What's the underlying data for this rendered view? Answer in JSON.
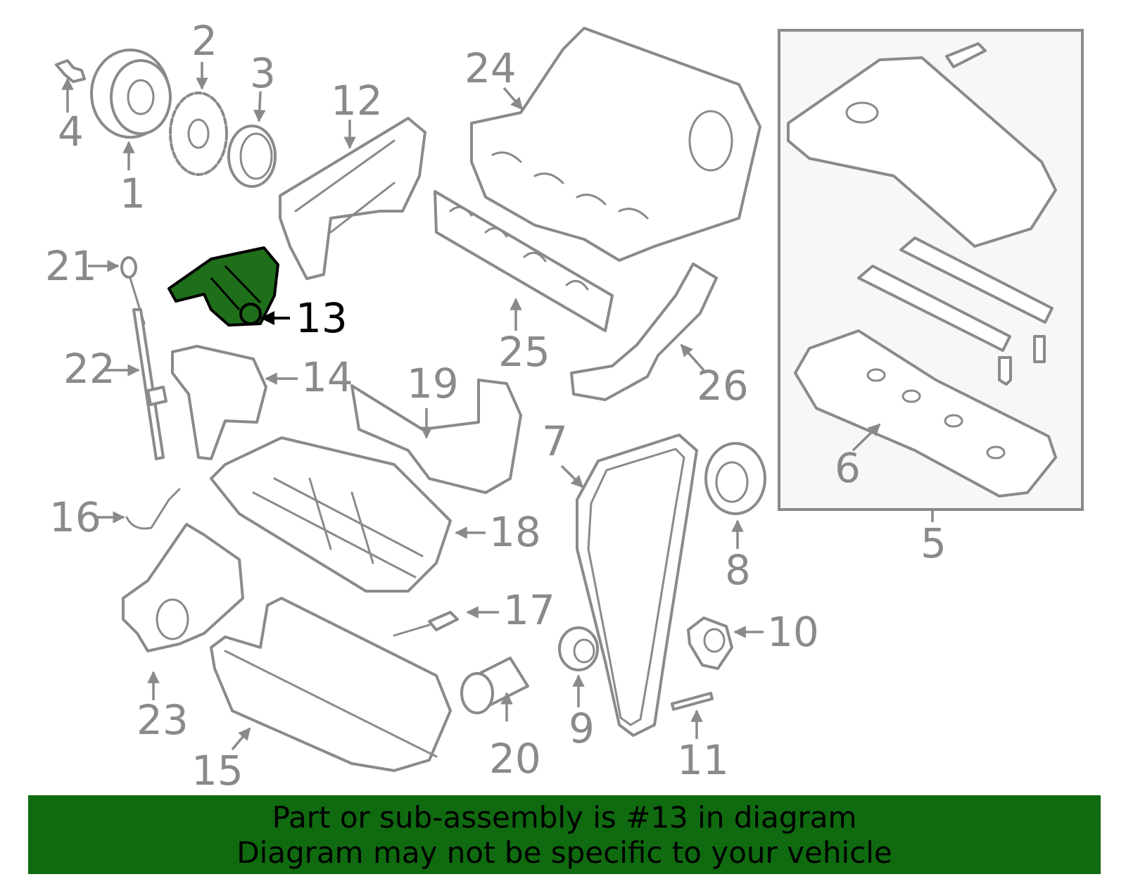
{
  "diagram": {
    "highlight_color": "#1f6e1a",
    "callout_labels": {
      "p1": "1",
      "p2": "2",
      "p3": "3",
      "p4": "4",
      "p5": "5",
      "p6": "6",
      "p7": "7",
      "p8": "8",
      "p9": "9",
      "p10": "10",
      "p11": "11",
      "p12": "12",
      "p13": "13",
      "p14": "14",
      "p15": "15",
      "p16": "16",
      "p17": "17",
      "p18": "18",
      "p19": "19",
      "p20": "20",
      "p21": "21",
      "p22": "22",
      "p23": "23",
      "p24": "24",
      "p25": "25",
      "p26": "26"
    },
    "highlighted_part": "13"
  },
  "banner": {
    "line1": "Part or sub-assembly is #13 in diagram",
    "line2": "Diagram may not be specific to your vehicle",
    "background": "#106a10"
  }
}
